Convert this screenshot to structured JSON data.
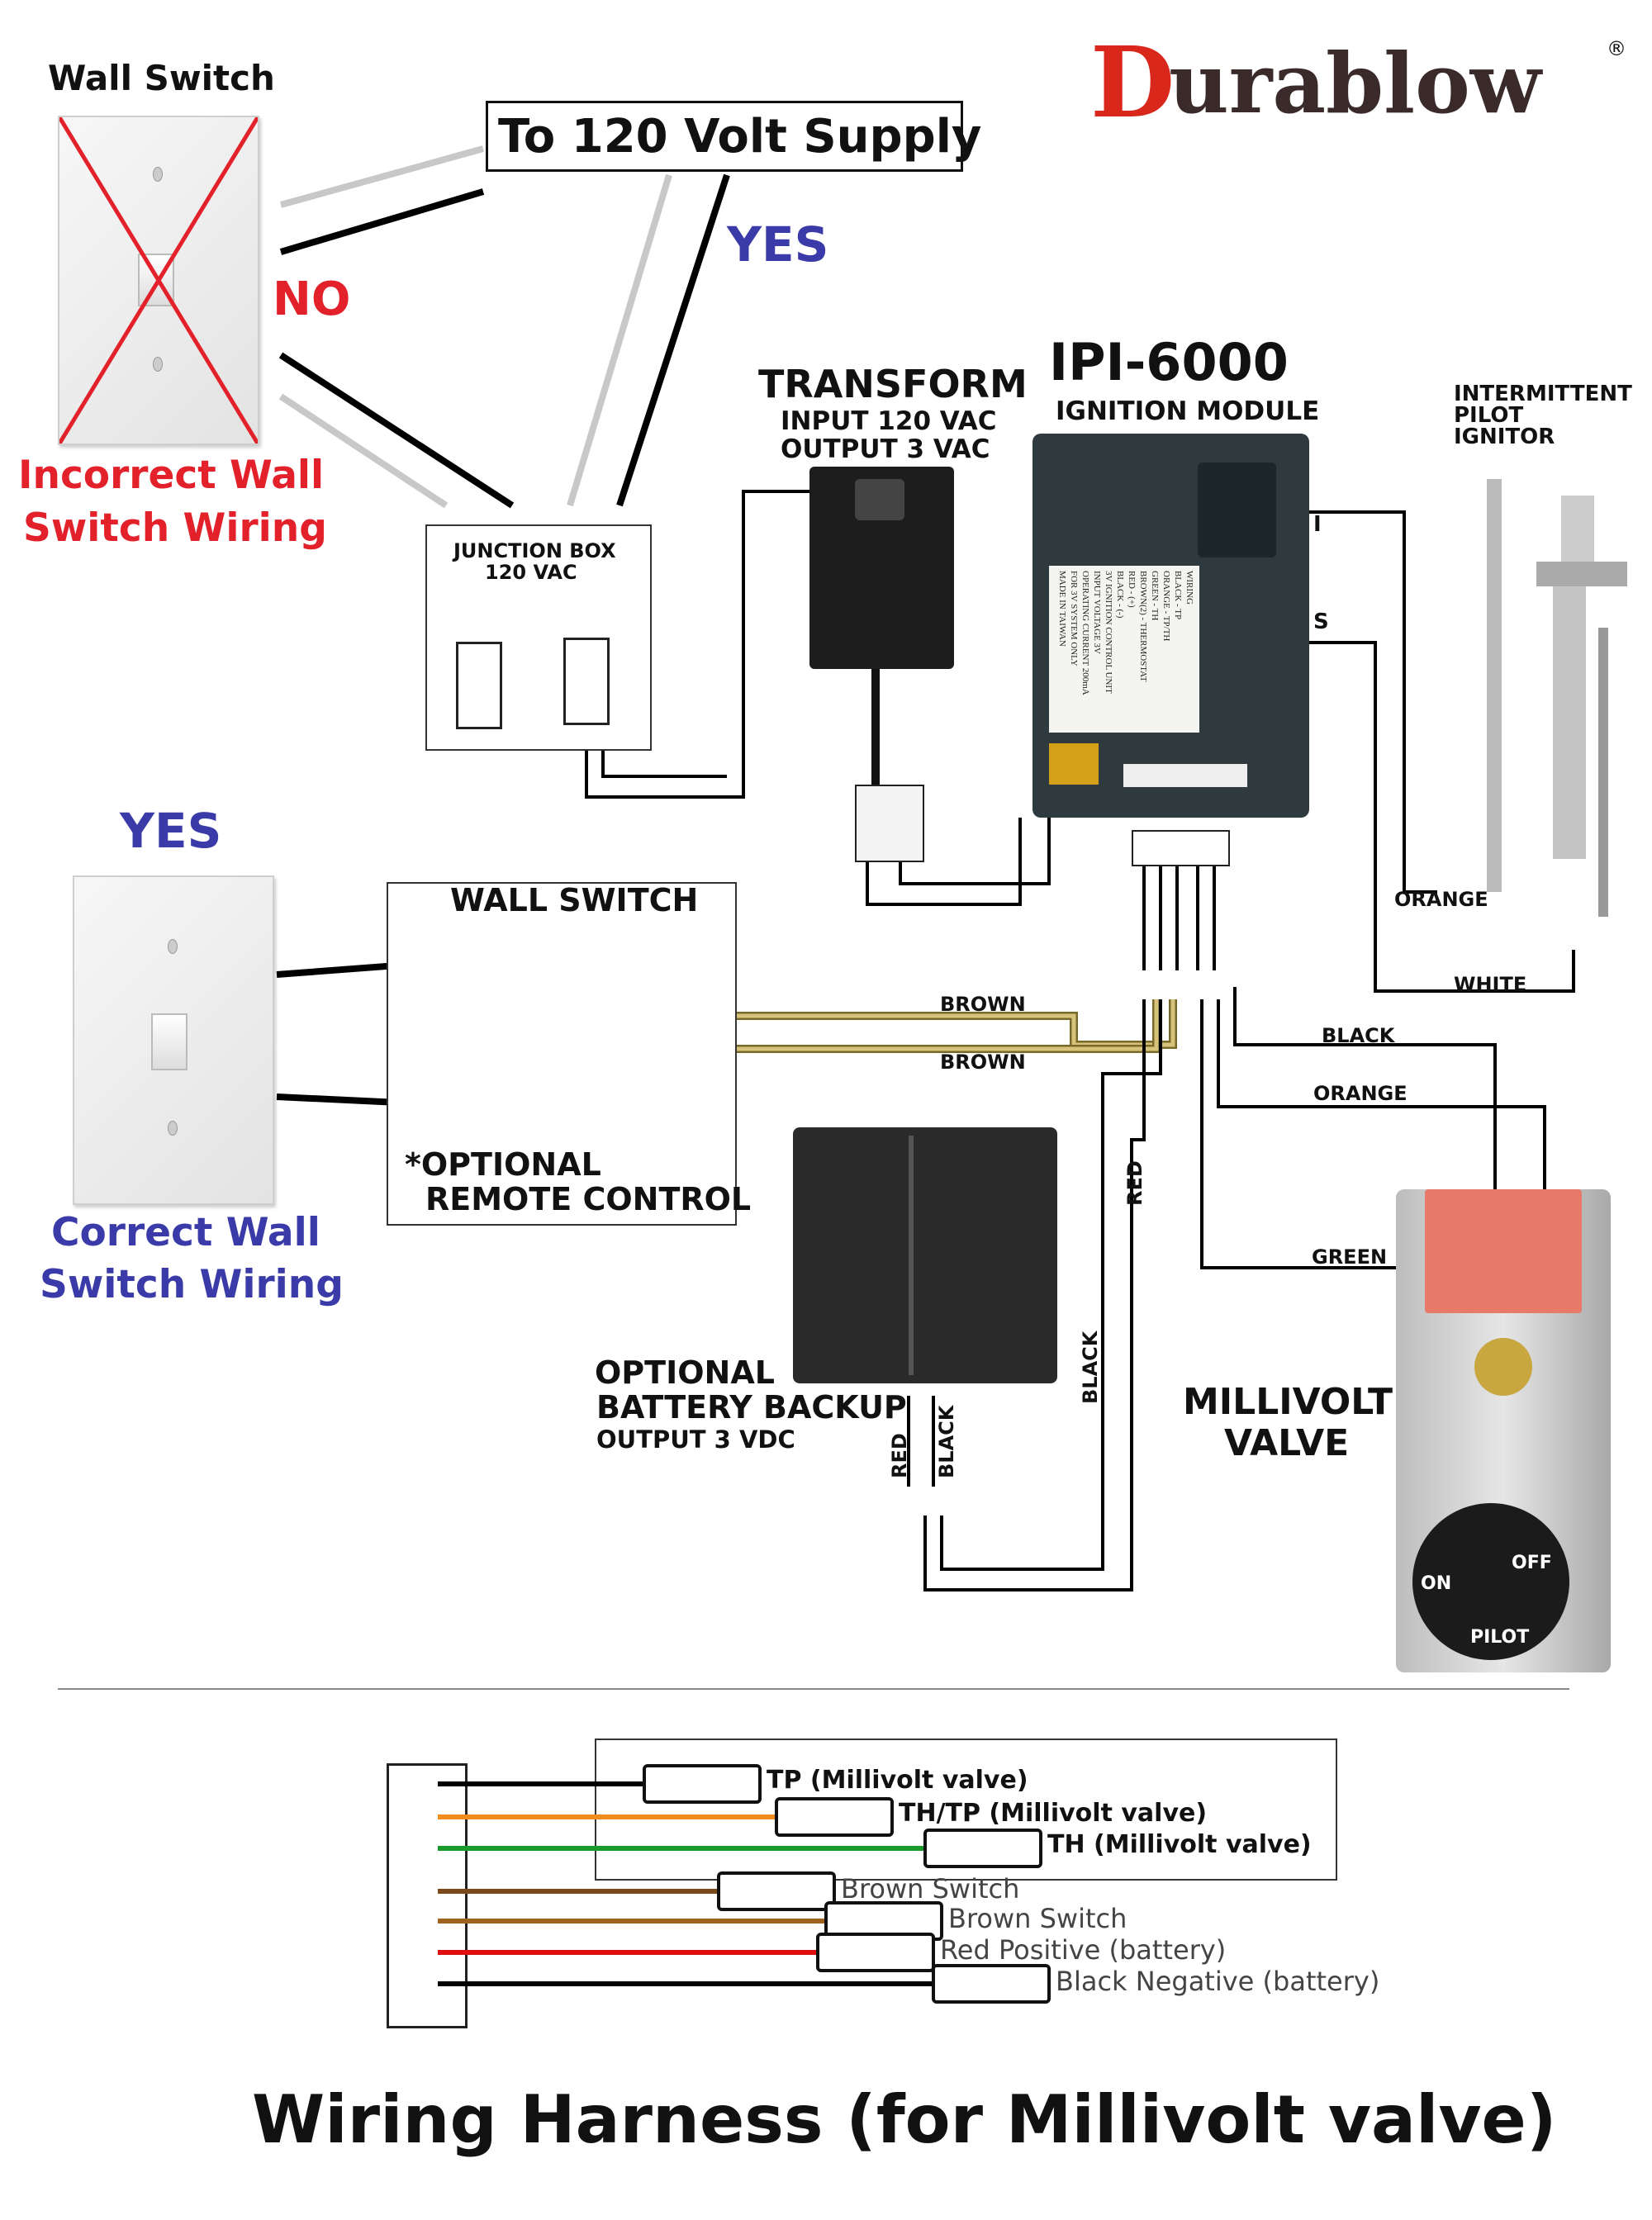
{
  "brand": {
    "name_initial": "D",
    "name_rest": "urablow",
    "registered_mark": "®"
  },
  "incorrect_wiring": {
    "header": "Wall Switch",
    "verdict": "NO",
    "caption_line1": "Incorrect Wall",
    "caption_line2": "Switch Wiring"
  },
  "supply": {
    "label": "To 120 Volt Supply",
    "verdict": "YES"
  },
  "junction_box": {
    "line1": "JUNCTION BOX",
    "line2": "120 VAC"
  },
  "transformer": {
    "title": "TRANSFORM",
    "line1": "INPUT 120 VAC",
    "line2": "OUTPUT 3 VAC"
  },
  "ignition_module": {
    "title": "IPI-6000",
    "subtitle": "IGNITION MODULE",
    "terminal_i": "I",
    "terminal_s": "S",
    "sticker_lines": [
      "WIRING",
      "BLACK - TP",
      "ORANGE - TP/TH",
      "GREEN - TH",
      "BROWN(2) - THERMOSTAT",
      "RED - (+)",
      "BLACK - (-)",
      "3V IGNITION CONTROL UNIT",
      "INPUT VOLTAGE 3V",
      "OPERATING CURRENT 200mA",
      "FOR 3V SYSTEM ONLY",
      "MADE IN TAIWAN"
    ]
  },
  "pilot": {
    "line1": "INTERMITTENT",
    "line2": "PILOT",
    "line3": "IGNITOR"
  },
  "correct_wiring": {
    "verdict": "YES",
    "caption_line1": "Correct Wall",
    "caption_line2": "Switch Wiring"
  },
  "remote_box": {
    "title": "WALL SWITCH",
    "note_line1": "*OPTIONAL",
    "note_line2": "REMOTE CONTROL"
  },
  "wire_labels": {
    "brown1": "BROWN",
    "brown2": "BROWN",
    "orange_pilot": "ORANGE",
    "white": "WHITE",
    "black": "BLACK",
    "orange": "ORANGE",
    "green": "GREEN",
    "red": "RED",
    "black_vertical": "BLACK",
    "batt_red": "RED",
    "batt_black": "BLACK"
  },
  "battery": {
    "line1": "OPTIONAL",
    "line2": "BATTERY BACKUP",
    "line3": "OUTPUT 3 VDC"
  },
  "valve": {
    "line1": "MILLIVOLT",
    "line2": "VALVE",
    "knob_on": "ON",
    "knob_off": "OFF",
    "knob_pilot": "PILOT"
  },
  "harness": {
    "wires": [
      {
        "label": "TP (Millivolt valve)",
        "color": "#000000"
      },
      {
        "label": "TH/TP (Millivolt valve)",
        "color": "#f28c1c"
      },
      {
        "label": "TH (Millivolt valve)",
        "color": "#1a9a2a"
      },
      {
        "label": "Brown Switch",
        "color": "#7a4a1a"
      },
      {
        "label": "Brown Switch",
        "color": "#a0621e"
      },
      {
        "label": "Red Positive (battery)",
        "color": "#e01010"
      },
      {
        "label": "Black Negative (battery)",
        "color": "#000000"
      }
    ],
    "title": "Wiring Harness (for Millivolt valve)"
  },
  "colors": {
    "no_red": "#e3212b",
    "yes_blue": "#3a3aa8",
    "brand_dark": "#3a2a2a",
    "brand_flame": "#d9271b"
  }
}
